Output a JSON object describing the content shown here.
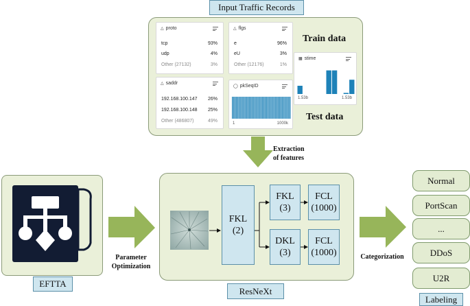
{
  "header_label": "Input Traffic Records",
  "cards": {
    "proto": {
      "title": "proto",
      "rows": [
        [
          "tcp",
          "93%"
        ],
        [
          "udp",
          "4%"
        ],
        [
          "Other (27132)",
          "3%"
        ]
      ]
    },
    "flgs": {
      "title": "flgs",
      "rows": [
        [
          "e",
          "96%"
        ],
        [
          "eU",
          "3%"
        ],
        [
          "Other (12176)",
          "1%"
        ]
      ]
    },
    "saddr": {
      "title": "saddr",
      "rows": [
        [
          "192.168.100.147",
          "26%"
        ],
        [
          "192.168.100.148",
          "25%"
        ],
        [
          "Other (486807)",
          "49%"
        ]
      ]
    },
    "pkseqid": {
      "title": "pkSeqID",
      "axis_min": "1",
      "axis_max": "1000k"
    },
    "stime": {
      "title": "stime",
      "axis_min": "1.53b",
      "axis_max": "1.53b",
      "bar_levels": [
        0.3,
        0.0,
        0.0,
        0.0,
        0.0,
        0.86,
        0.86,
        0.0,
        0.04,
        0.52
      ]
    }
  },
  "train_label": "Train data",
  "test_label": "Test data",
  "extraction_label_1": "Extraction",
  "extraction_label_2": "of features",
  "parameter_label_1": "Parameter",
  "parameter_label_2": "Optimization",
  "categorization_label": "Categorization",
  "efta_label": "EFTTA",
  "resnext_label": "ResNeXt",
  "labeling_label": "Labeling",
  "blocks": {
    "fkl2": [
      "FKL",
      "(2)"
    ],
    "fkl3": [
      "FKL",
      "(3)"
    ],
    "dkl3": [
      "DKL",
      "(3)"
    ],
    "fcl_top": [
      "FCL",
      "(1000)"
    ],
    "fcl_bottom": [
      "FCL",
      "(1000)"
    ]
  },
  "categories": [
    "Normal",
    "PortScan",
    "...",
    "DDoS",
    "U2R"
  ],
  "colors": {
    "arrow_green": "#97b55a",
    "panel_bg": "#eaf0d9",
    "block_blue": "#cfe6ef",
    "chart_blue": "#1e82b8",
    "icon_navy": "#121c33"
  }
}
